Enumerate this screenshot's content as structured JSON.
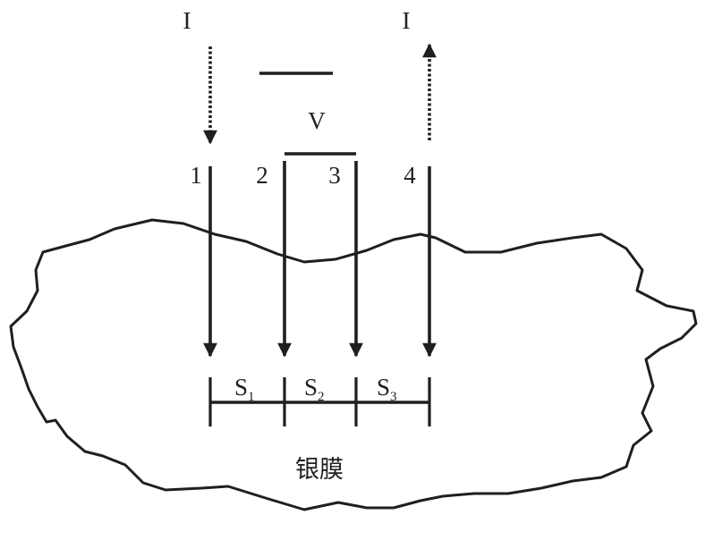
{
  "current_in_label": "I",
  "current_out_label": "I",
  "voltage_label": "V",
  "probes": [
    "1",
    "2",
    "3",
    "4"
  ],
  "spacings": [
    {
      "base": "S",
      "sub": "1"
    },
    {
      "base": "S",
      "sub": "2"
    },
    {
      "base": "S",
      "sub": "3"
    }
  ],
  "film_label": "银膜",
  "colors": {
    "ink": "#1f1f1f",
    "background": "#ffffff"
  }
}
